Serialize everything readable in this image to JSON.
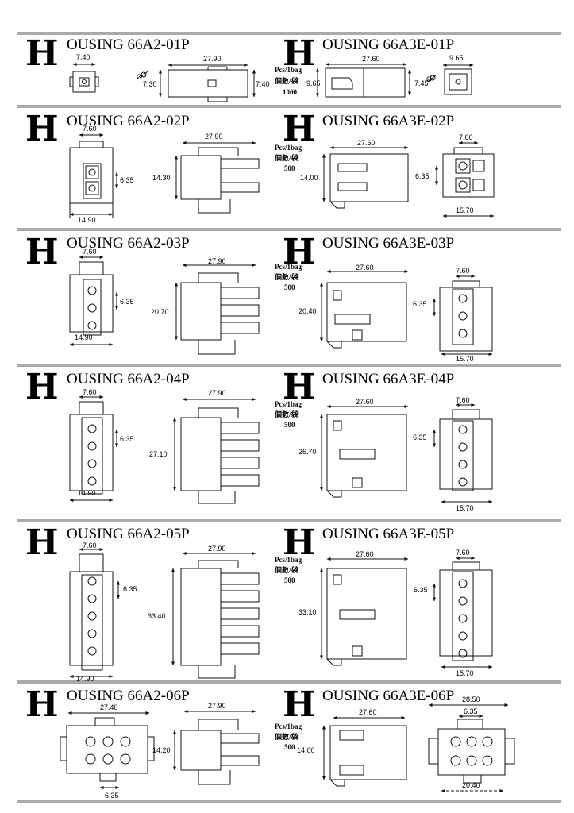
{
  "sections": [
    {
      "title_letter": "H",
      "title_rest": "OUSING 66A2-01P",
      "dims": {
        "w_small": "7.40",
        "len": "27.90",
        "h_left": "7.30",
        "h_right": "7.40"
      }
    },
    {
      "title_letter": "H",
      "title_rest": "OUSING 66A3E-01P",
      "dims": {
        "len": "27.60",
        "w": "9.65",
        "h_left": "9.65",
        "h_right": "7.45"
      },
      "pcs": [
        "Pcs/1bag",
        "個數/袋",
        "1000"
      ]
    },
    {
      "title_letter": "H",
      "title_rest": "OUSING 66A2-02P",
      "dims": {
        "top": "7.60",
        "pitch": "6.35",
        "bottom": "14.90",
        "len": "27.90",
        "height": "14.30"
      }
    },
    {
      "title_letter": "H",
      "title_rest": "OUSING 66A3E-02P",
      "dims": {
        "len": "27.60",
        "height": "14.00",
        "top": "7.60",
        "pitch": "6.35",
        "bottom": "15.70"
      },
      "pcs": [
        "Pcs/1bag",
        "個數/袋",
        "500"
      ]
    },
    {
      "title_letter": "H",
      "title_rest": "OUSING 66A2-03P",
      "dims": {
        "top": "7.60",
        "pitch": "6.35",
        "bottom": "14.90",
        "len": "27.90",
        "height": "20.70"
      }
    },
    {
      "title_letter": "H",
      "title_rest": "OUSING 66A3E-03P",
      "dims": {
        "len": "27.60",
        "height": "20.40",
        "top": "7.60",
        "pitch": "6.35",
        "bottom": "15.70"
      },
      "pcs": [
        "Pcs/1bag",
        "個數/袋",
        "500"
      ]
    },
    {
      "title_letter": "H",
      "title_rest": "OUSING 66A2-04P",
      "dims": {
        "top": "7.60",
        "pitch": "6.35",
        "bottom": "14.90",
        "len": "27.90",
        "height": "27.10"
      }
    },
    {
      "title_letter": "H",
      "title_rest": "OUSING 66A3E-04P",
      "dims": {
        "len": "27.60",
        "height": "26.70",
        "top": "7.60",
        "pitch": "6.35",
        "bottom": "15.70"
      },
      "pcs": [
        "Pcs/1bag",
        "個數/袋",
        "500"
      ]
    },
    {
      "title_letter": "H",
      "title_rest": "OUSING 66A2-05P",
      "dims": {
        "top": "7.60",
        "pitch": "6.35",
        "bottom": "14.90",
        "len": "27.90",
        "height": "33.40"
      }
    },
    {
      "title_letter": "H",
      "title_rest": "OUSING 66A3E-05P",
      "dims": {
        "len": "27.60",
        "height": "33.10",
        "top": "7.60",
        "pitch": "6.35",
        "bottom": "15.70"
      },
      "pcs": [
        "Pcs/1bag",
        "個數/袋",
        "500"
      ]
    },
    {
      "title_letter": "H",
      "title_rest": "OUSING 66A2-06P",
      "dims": {
        "top": "27.40",
        "pitch": "6.35",
        "len": "27.90",
        "height": "14.20"
      }
    },
    {
      "title_letter": "H",
      "title_rest": "OUSING 66A3E-06P",
      "dims": {
        "len": "27.60",
        "height": "14.00",
        "top": "28.50",
        "pitch": "6.35",
        "bottom": "20.40"
      },
      "pcs": [
        "Pcs/1bag",
        "個數/袋",
        "500"
      ]
    }
  ],
  "symbols": {
    "diameter": "Ø"
  }
}
